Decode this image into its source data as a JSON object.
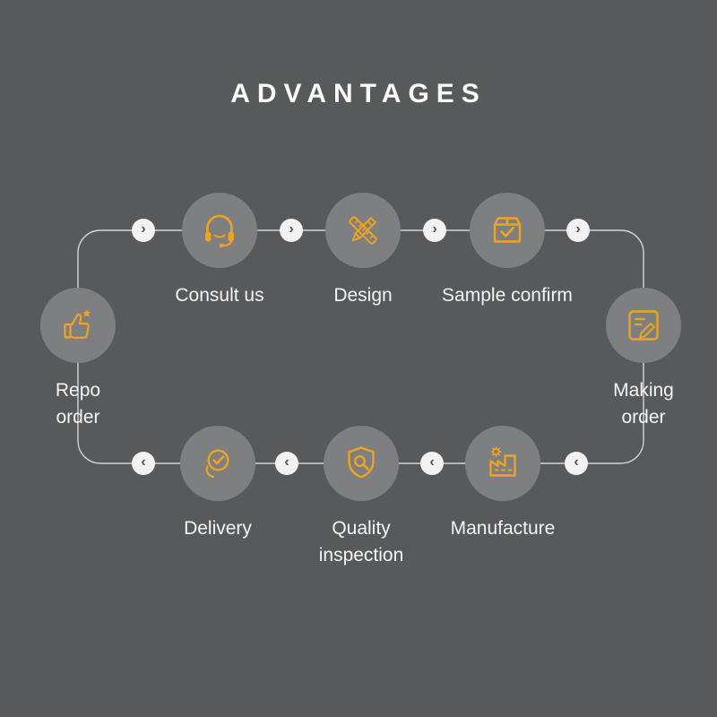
{
  "title": "ADVANTAGES",
  "steps": [
    {
      "label": "Consult us",
      "icon": "headset-icon"
    },
    {
      "label": "Design",
      "icon": "pencil-ruler-icon"
    },
    {
      "label": "Sample confirm",
      "icon": "package-check-icon"
    },
    {
      "label": "Making order",
      "icon": "document-pencil-icon"
    },
    {
      "label": "Manufacture",
      "icon": "factory-gear-icon"
    },
    {
      "label": "Quality inspection",
      "icon": "shield-magnifier-icon"
    },
    {
      "label": "Delivery",
      "icon": "timer-check-icon"
    },
    {
      "label": "Repo order",
      "icon": "thumbs-up-star-icon"
    }
  ],
  "arrows": {
    "right_glyph": "›",
    "left_glyph": "‹"
  },
  "colors": {
    "background": "#58595b",
    "step_circle": "#7e7f81",
    "icon_accent": "#f0a31d",
    "label_text": "#f4f4f4",
    "connector_line": "#d6d6d6",
    "arrow_circle": "#f2f2f2",
    "arrow_chevron": "#515256"
  }
}
